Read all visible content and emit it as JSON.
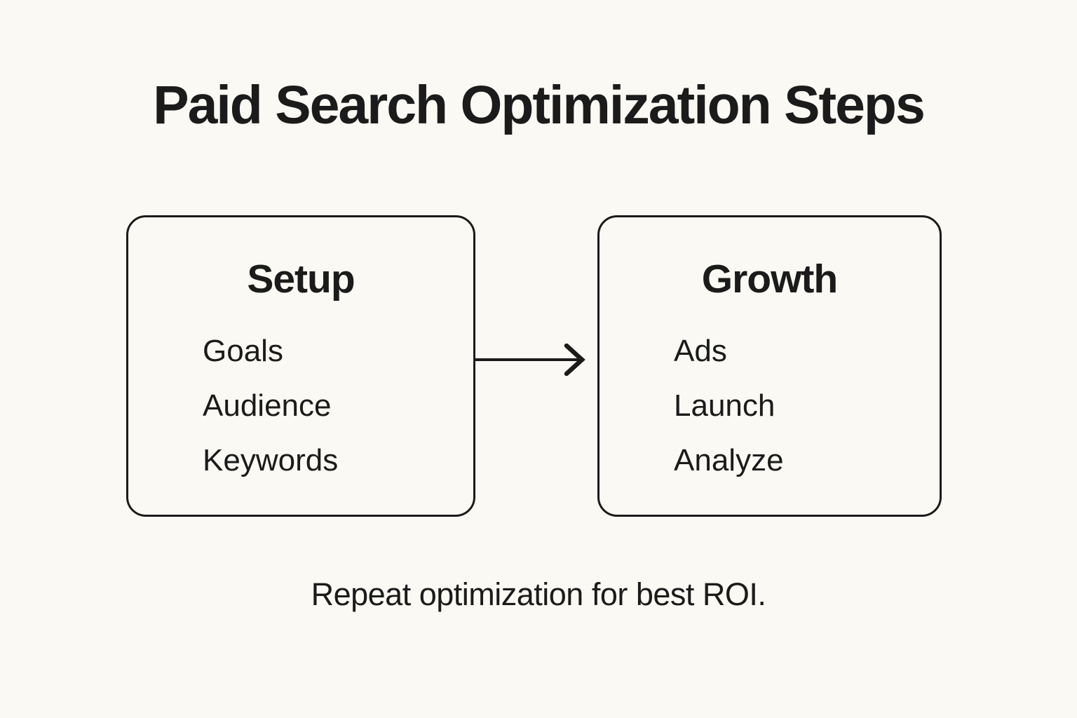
{
  "title": "Paid Search Optimization Steps",
  "boxes": [
    {
      "title": "Setup",
      "items": [
        "Goals",
        "Audience",
        "Keywords"
      ]
    },
    {
      "title": "Growth",
      "items": [
        "Ads",
        "Launch",
        "Analyze"
      ]
    }
  ],
  "connector": {
    "icon": "arrow-right-icon",
    "from": "Setup",
    "to": "Growth"
  },
  "footer": "Repeat optimization for best ROI.",
  "colors": {
    "background": "#FAF9F4",
    "text": "#1B1B1B",
    "box_border": "#1B1B1B"
  }
}
